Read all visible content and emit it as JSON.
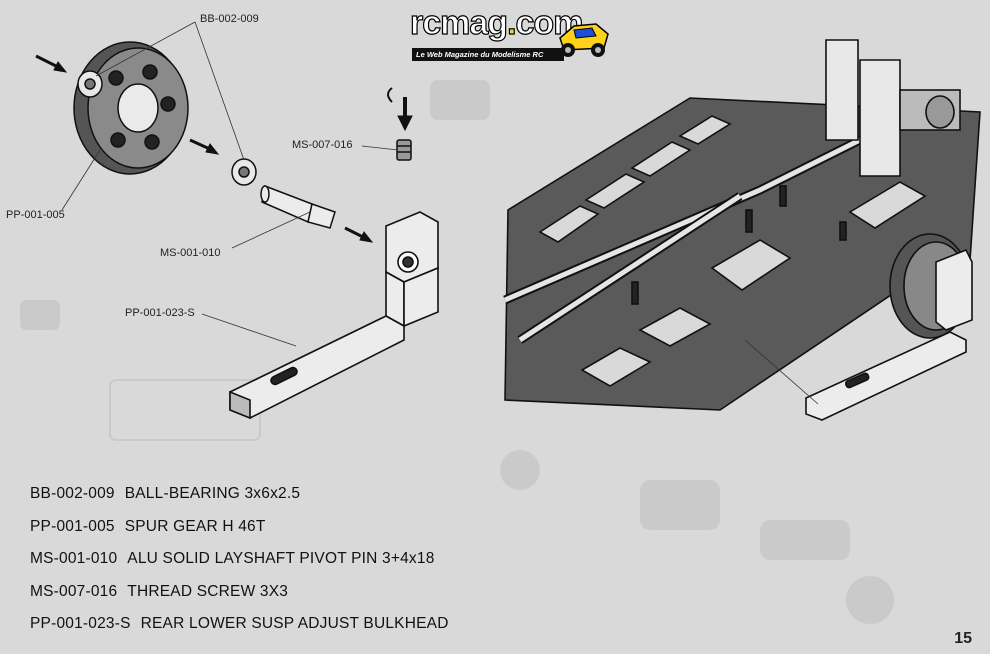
{
  "logo": {
    "wordmark_main": "rcmag",
    "wordmark_dot": ".",
    "wordmark_tld": "com",
    "tagline": "Le Web Magazine du Modelisme RC"
  },
  "callouts": {
    "bb_002_009": "BB-002-009",
    "pp_001_005": "PP-001-005",
    "ms_007_016": "MS-007-016",
    "ms_001_010": "MS-001-010",
    "pp_001_023_s": "PP-001-023-S"
  },
  "legend": [
    {
      "code": "BB-002-009",
      "description": "BALL-BEARING 3x6x2.5"
    },
    {
      "code": "PP-001-005",
      "description": "SPUR GEAR H 46T"
    },
    {
      "code": "MS-001-010",
      "description": "ALU SOLID LAYSHAFT PIVOT PIN 3+4x18"
    },
    {
      "code": "MS-007-016",
      "description": "THREAD SCREW 3X3"
    },
    {
      "code": "PP-001-023-S",
      "description": "REAR LOWER SUSP ADJUST BULKHEAD"
    }
  ],
  "page_number": "15",
  "colors": {
    "paper": "#d9d9d9",
    "part_fill": "#e8e8e8",
    "part_stroke": "#111111",
    "chassis_fill": "#5a5a5a",
    "logo_yellow": "#ffd21a"
  }
}
